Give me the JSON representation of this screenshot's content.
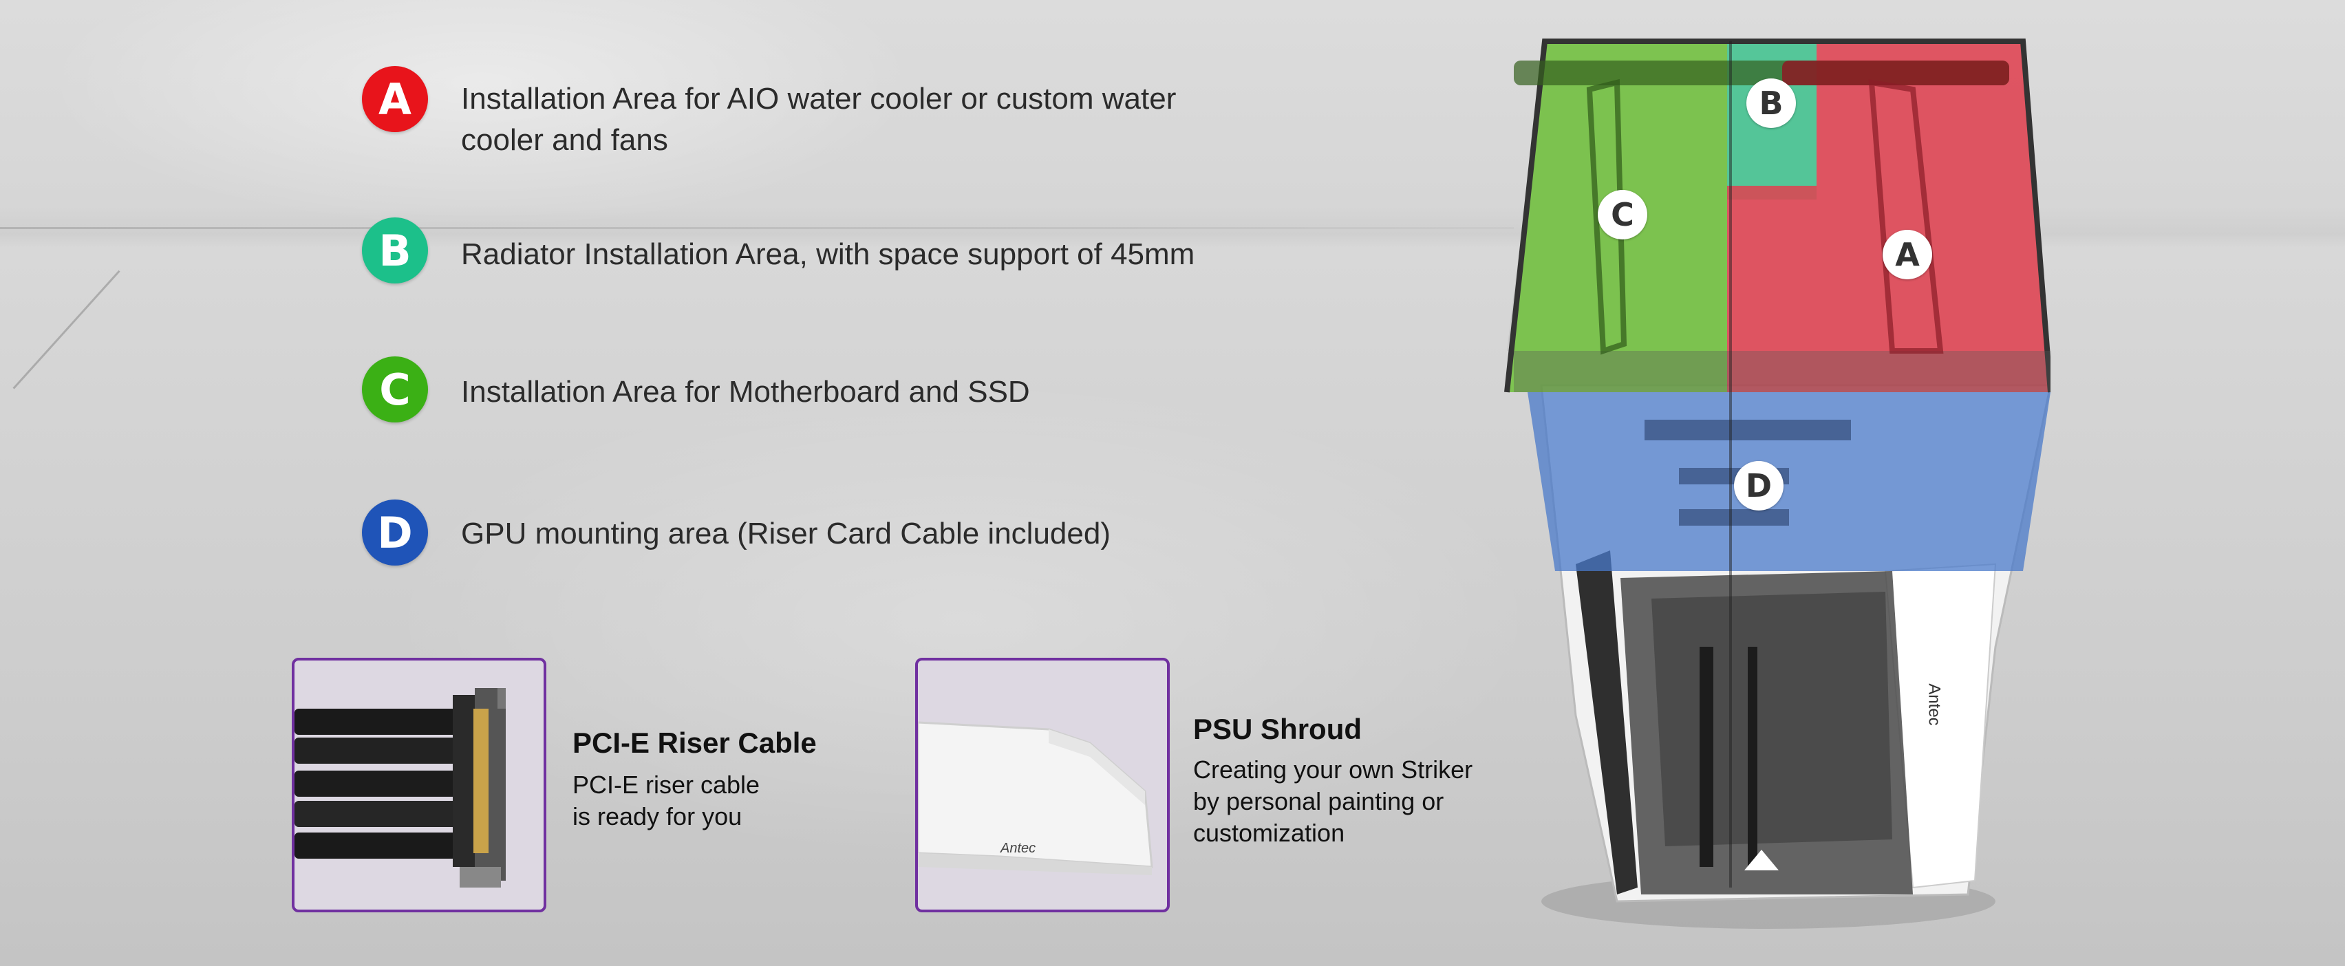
{
  "features": [
    {
      "letter": "A",
      "color": "#e8141b",
      "text": "Installation Area for AIO water cooler or custom water cooler and fans"
    },
    {
      "letter": "B",
      "color": "#1cc08a",
      "text": "Radiator Installation Area, with space support of 45mm"
    },
    {
      "letter": "C",
      "color": "#3bb015",
      "text": "Installation Area for Motherboard and SSD"
    },
    {
      "letter": "D",
      "color": "#1f54b8",
      "text": "GPU mounting area  (Riser Card Cable included)"
    }
  ],
  "accessories": [
    {
      "title": "PCI-E Riser Cable",
      "desc_line1": "PCI-E riser cable",
      "desc_line2": "is ready for you"
    },
    {
      "title": "PSU Shroud",
      "desc_line1": "Creating your own Striker",
      "desc_line2": "by personal painting or",
      "desc_line3": "customization"
    }
  ],
  "product_image": {
    "zone_labels": [
      "A",
      "B",
      "C",
      "D"
    ],
    "zone_colors": {
      "A": "#e2404f",
      "B": "#3fc48f",
      "C": "#6fc13a",
      "D": "#4a79c9"
    },
    "shroud_logo": "Antec",
    "case_logo": "Antec"
  }
}
